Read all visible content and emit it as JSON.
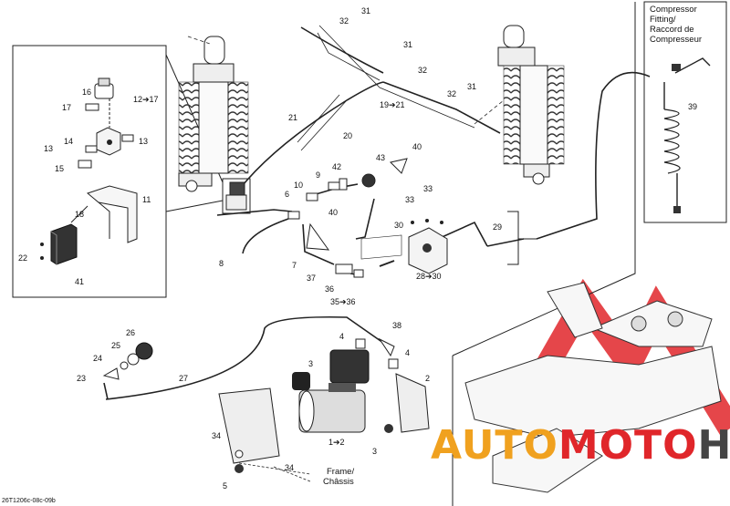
{
  "diagram": {
    "drawing_code": "26T1206c-08c-09b",
    "compressor_box": {
      "lines": [
        "Compressor",
        "Fitting/",
        "Raccord de",
        "Compresseur"
      ]
    },
    "frame_label": [
      "Frame/",
      "Châssis"
    ],
    "watermark": {
      "brand": "AUTOMOTOHUB",
      "part1": "AUTO",
      "part2": "MOTO",
      "part3": "HUB",
      "colors": {
        "gold": "#f0a11f",
        "red": "#e0262a",
        "dark": "#444444"
      }
    },
    "callouts": {
      "c31a": "31",
      "c32a": "32",
      "c31b": "31",
      "c32b": "32",
      "c31c": "31",
      "c32c": "32",
      "c19": "19➔21",
      "c21": "21",
      "c20": "20",
      "c43": "43",
      "c40a": "40",
      "c42": "42",
      "c10": "10",
      "c9": "9",
      "c6": "6",
      "c40b": "40",
      "c33a": "33",
      "c33b": "33",
      "c30": "30",
      "c29": "29",
      "c28": "28➔30",
      "c8": "8",
      "c7": "7",
      "c37": "37",
      "c36": "36",
      "c35": "35➔36",
      "c39": "39",
      "c16": "16",
      "c12": "12➔17",
      "c17": "17",
      "c14": "14",
      "c13a": "13",
      "c13b": "13",
      "c15": "15",
      "c11": "11",
      "c18": "18",
      "c22": "22",
      "c41": "41",
      "c26": "26",
      "c25": "25",
      "c24": "24",
      "c23": "23",
      "c27": "27",
      "c38": "38",
      "c4a": "4",
      "c4b": "4",
      "c3a": "3",
      "c2": "2",
      "c1": "1➔2",
      "c3b": "3",
      "c34a": "34",
      "c34b": "34",
      "c5": "5"
    }
  }
}
